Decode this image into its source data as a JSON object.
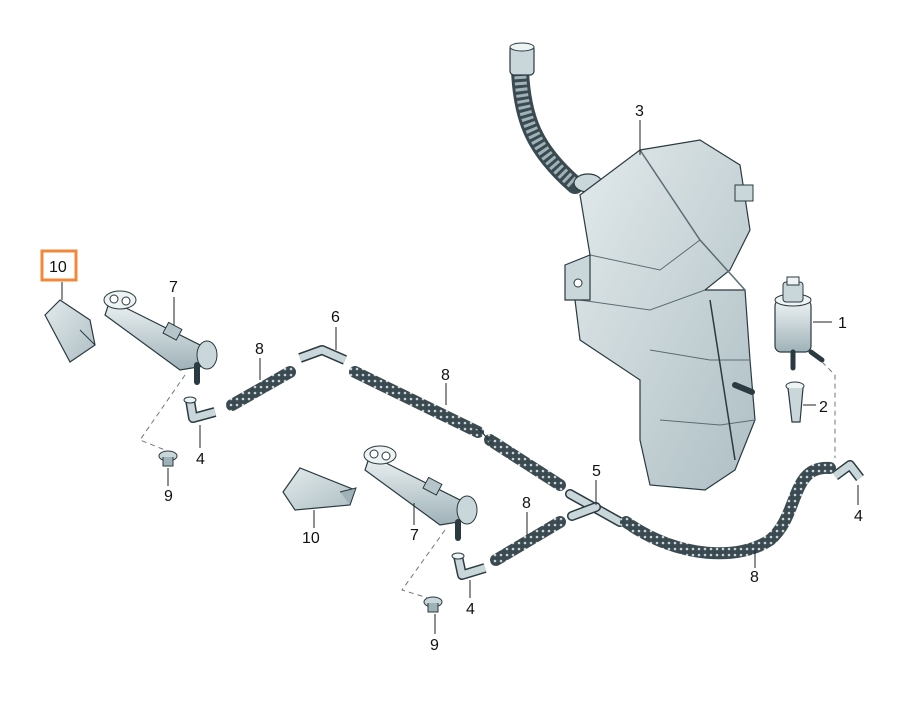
{
  "labels": {
    "p1": "1",
    "p2": "2",
    "p3": "3",
    "p4a": "4",
    "p4b": "4",
    "p4c": "4",
    "p5": "5",
    "p6": "6",
    "p7a": "7",
    "p7b": "7",
    "p8a": "8",
    "p8b": "8",
    "p8c": "8",
    "p8d": "8",
    "p9a": "9",
    "p9b": "9",
    "p10a": "10",
    "p10b": "10"
  },
  "highlight": {
    "part": "10",
    "color": "#f0893a"
  },
  "colors": {
    "part_light": "#d7e1e4",
    "part_mid": "#b5c5ca",
    "part_dark": "#7e9298",
    "hose": "#3a4a50",
    "hose_dots": "#c9d4d7"
  }
}
